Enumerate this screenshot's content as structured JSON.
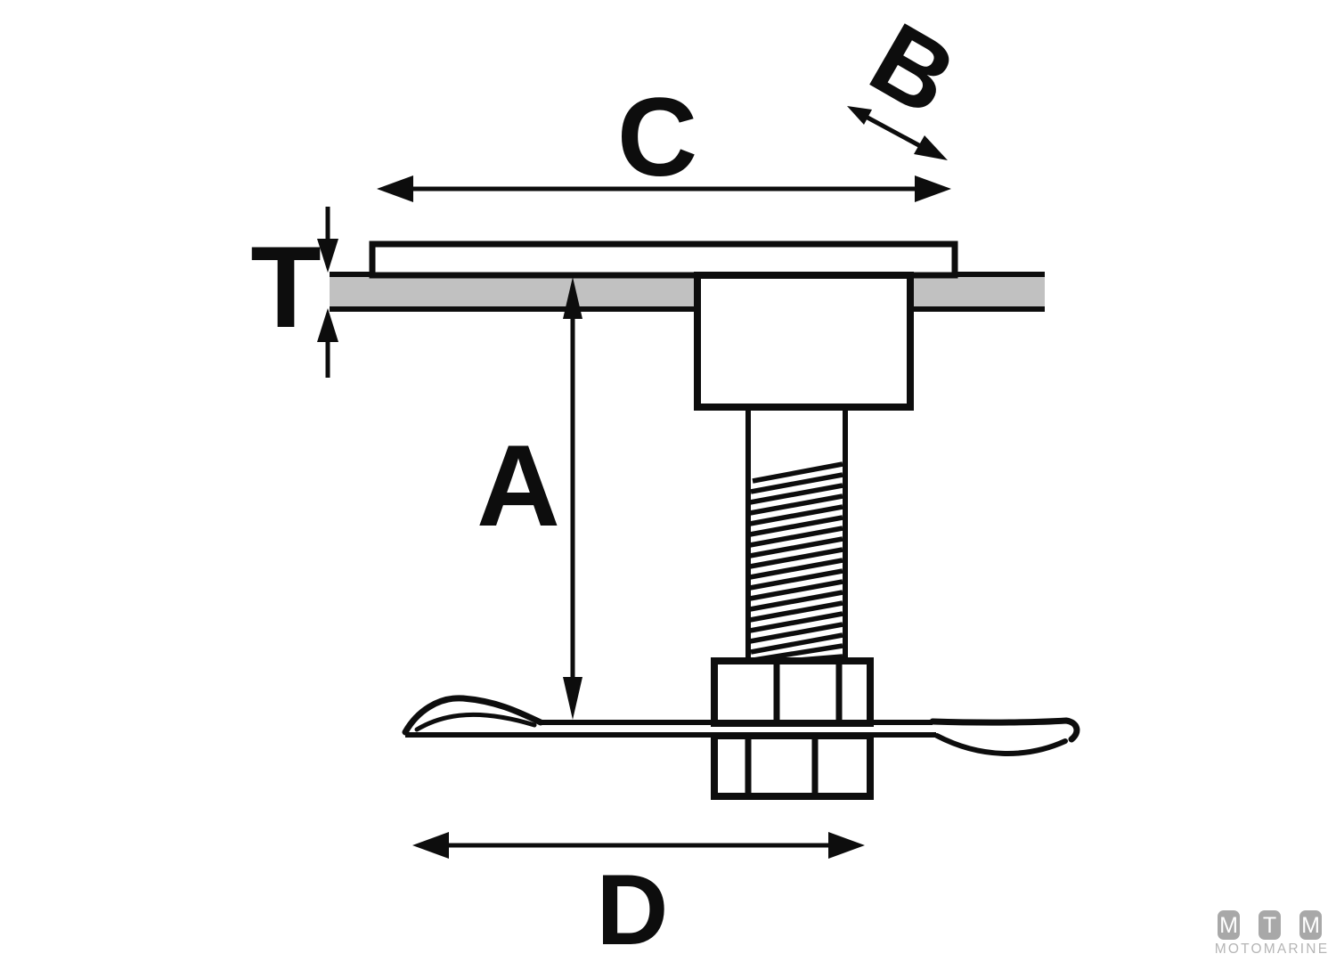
{
  "diagram": {
    "labels": {
      "plate_width": "C",
      "bevel": "B",
      "panel_thickness": "T",
      "stud_length": "A",
      "base_width": "D"
    }
  },
  "logo": {
    "badges": [
      "M",
      "T",
      "M"
    ],
    "brand": "MOTOMARINE"
  },
  "colors": {
    "background": "#ffffff",
    "line": "#0d0d0d",
    "panel": "#c1c1c1",
    "logo_badge": "#a8a8a8",
    "logo_brand": "#b5b5b5"
  }
}
